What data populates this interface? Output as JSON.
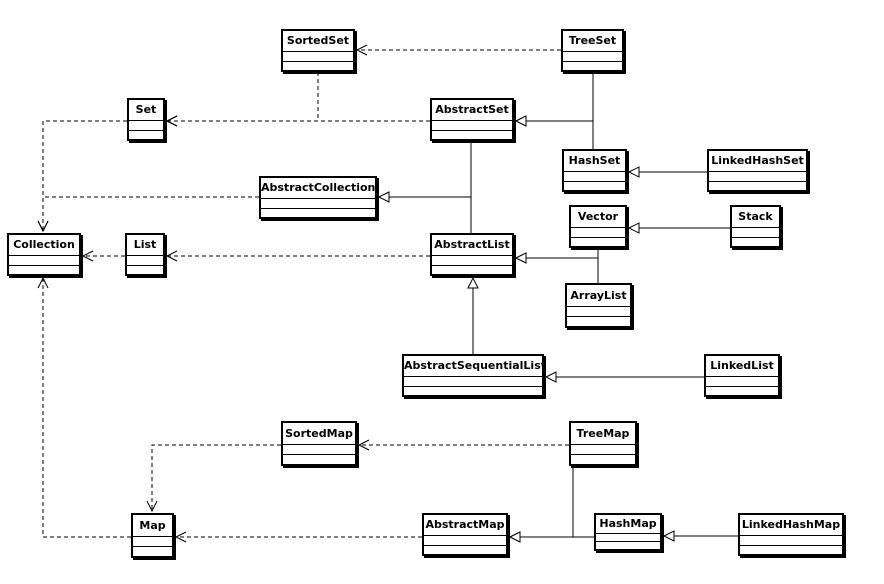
{
  "diagram": {
    "classes": [
      {
        "id": "sortedset",
        "name": "SortedSet"
      },
      {
        "id": "treeset",
        "name": "TreeSet"
      },
      {
        "id": "set",
        "name": "Set"
      },
      {
        "id": "abstractset",
        "name": "AbstractSet"
      },
      {
        "id": "hashset",
        "name": "HashSet"
      },
      {
        "id": "linkedhashset",
        "name": "LinkedHashSet"
      },
      {
        "id": "abstractcollection",
        "name": "AbstractCollection"
      },
      {
        "id": "vector",
        "name": "Vector"
      },
      {
        "id": "stack",
        "name": "Stack"
      },
      {
        "id": "collection",
        "name": "Collection"
      },
      {
        "id": "list",
        "name": "List"
      },
      {
        "id": "abstractlist",
        "name": "AbstractList"
      },
      {
        "id": "arraylist",
        "name": "ArrayList"
      },
      {
        "id": "abstractsequentiallist",
        "name": "AbstractSequentialList"
      },
      {
        "id": "linkedlist",
        "name": "LinkedList"
      },
      {
        "id": "sortedmap",
        "name": "SortedMap"
      },
      {
        "id": "treemap",
        "name": "TreeMap"
      },
      {
        "id": "map",
        "name": "Map"
      },
      {
        "id": "abstractmap",
        "name": "AbstractMap"
      },
      {
        "id": "hashmap",
        "name": "HashMap"
      },
      {
        "id": "linkedhashmap",
        "name": "LinkedHashMap"
      }
    ],
    "relations": [
      {
        "from": "treeset",
        "to": "sortedset",
        "kind": "realization"
      },
      {
        "from": "sortedset",
        "to": "set",
        "kind": "realization"
      },
      {
        "from": "abstractset",
        "to": "set",
        "kind": "realization"
      },
      {
        "from": "set",
        "to": "collection",
        "kind": "realization"
      },
      {
        "from": "abstractcollection",
        "to": "collection",
        "kind": "realization"
      },
      {
        "from": "treeset",
        "to": "abstractset",
        "kind": "inheritance"
      },
      {
        "from": "hashset",
        "to": "abstractset",
        "kind": "inheritance"
      },
      {
        "from": "linkedhashset",
        "to": "hashset",
        "kind": "inheritance"
      },
      {
        "from": "abstractset",
        "to": "abstractcollection",
        "kind": "inheritance"
      },
      {
        "from": "abstractlist",
        "to": "abstractcollection",
        "kind": "inheritance"
      },
      {
        "from": "list",
        "to": "collection",
        "kind": "realization"
      },
      {
        "from": "abstractlist",
        "to": "list",
        "kind": "realization"
      },
      {
        "from": "vector",
        "to": "abstractlist",
        "kind": "inheritance"
      },
      {
        "from": "arraylist",
        "to": "abstractlist",
        "kind": "inheritance"
      },
      {
        "from": "stack",
        "to": "vector",
        "kind": "inheritance"
      },
      {
        "from": "abstractsequentiallist",
        "to": "abstractlist",
        "kind": "inheritance"
      },
      {
        "from": "linkedlist",
        "to": "abstractsequentiallist",
        "kind": "inheritance"
      },
      {
        "from": "treemap",
        "to": "sortedmap",
        "kind": "realization"
      },
      {
        "from": "sortedmap",
        "to": "map",
        "kind": "realization"
      },
      {
        "from": "map",
        "to": "collection",
        "kind": "realization"
      },
      {
        "from": "abstractmap",
        "to": "map",
        "kind": "realization"
      },
      {
        "from": "treemap",
        "to": "abstractmap",
        "kind": "inheritance"
      },
      {
        "from": "hashmap",
        "to": "abstractmap",
        "kind": "inheritance"
      },
      {
        "from": "linkedhashmap",
        "to": "hashmap",
        "kind": "inheritance"
      }
    ]
  }
}
